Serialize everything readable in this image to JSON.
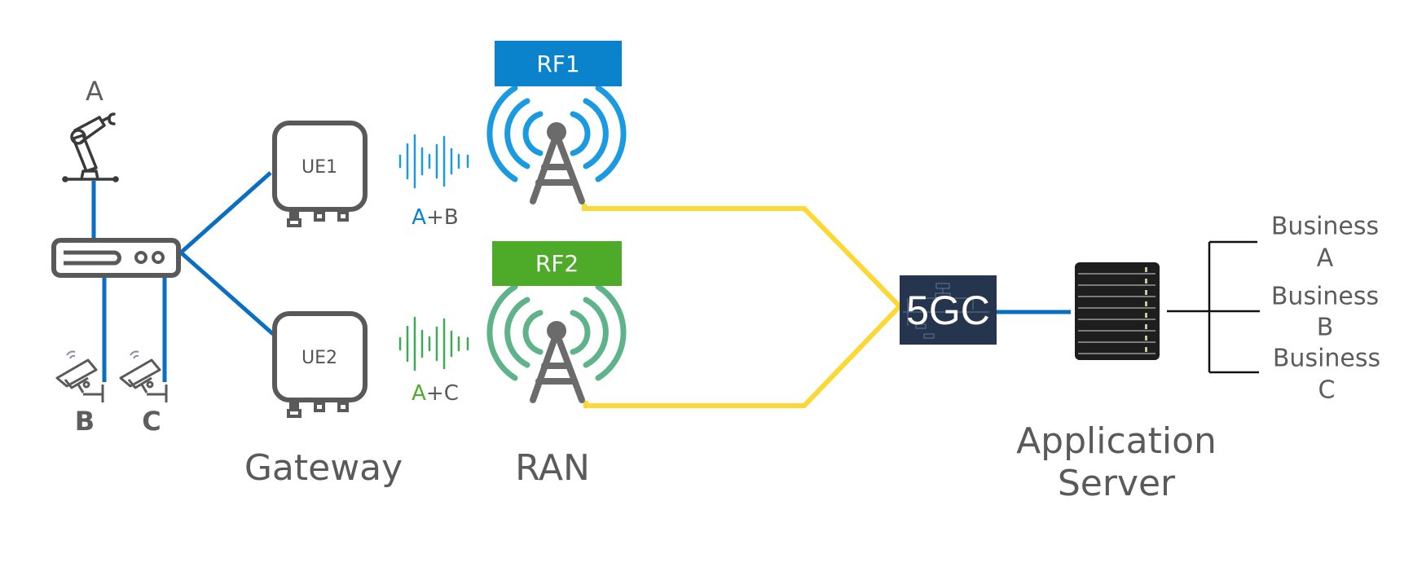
{
  "diagram": {
    "devices": {
      "robot_label": "A",
      "camera_b_label": "B",
      "camera_c_label": "C"
    },
    "gateway": {
      "caption": "Gateway",
      "ue1_label": "UE1",
      "ue2_label": "UE2"
    },
    "signals": {
      "ue1_mix_first": "A",
      "ue1_mix_rest": "+B",
      "ue2_mix_first": "A",
      "ue2_mix_rest": "+C"
    },
    "ran": {
      "caption": "RAN",
      "rf1_label": "RF1",
      "rf2_label": "RF2"
    },
    "core": {
      "label": "5GC"
    },
    "app_server": {
      "caption_line1": "Application",
      "caption_line2": "Server"
    },
    "businesses": [
      {
        "line1": "Business",
        "line2": "A"
      },
      {
        "line1": "Business",
        "line2": "B"
      },
      {
        "line1": "Business",
        "line2": "C"
      }
    ],
    "colors": {
      "ethernet_link": "#0a6fc2",
      "backhaul_link": "#fdd835",
      "rf1_blue": "#0a82cc",
      "rf1_waves": "#1a9ae0",
      "rf2_green": "#4eab2a",
      "rf2_waves": "#5fb38a",
      "core_bg": "#25354d",
      "icon_gray": "#595959"
    }
  }
}
